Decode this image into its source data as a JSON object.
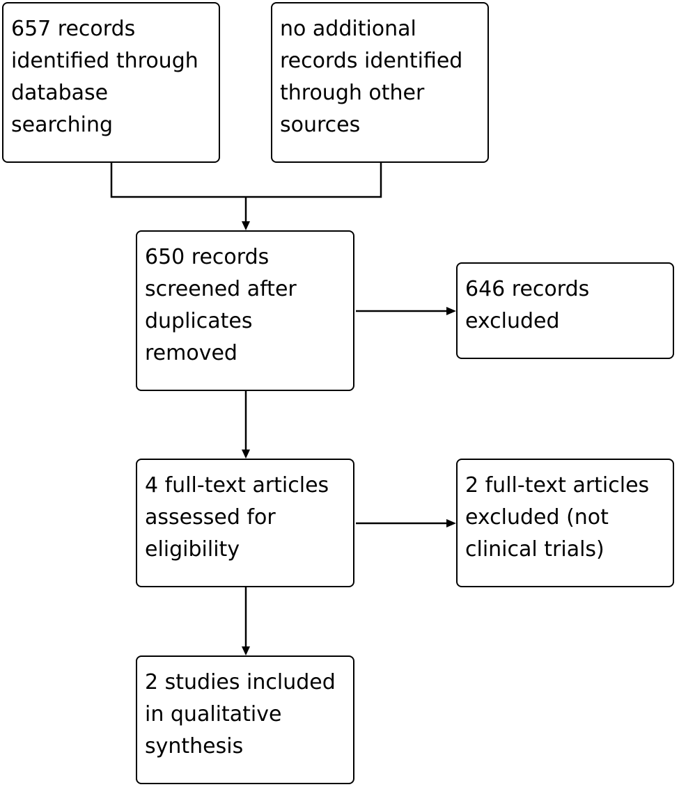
{
  "flow": {
    "identification": {
      "database": [
        "657 records",
        "identified through",
        "database",
        "searching"
      ],
      "other": [
        "no additional",
        "records identified",
        "through other",
        "sources"
      ]
    },
    "screening": {
      "screened": [
        "650 records",
        "screened after",
        "duplicates",
        "removed"
      ],
      "excluded": [
        "646 records",
        "excluded"
      ]
    },
    "eligibility": {
      "assessed": [
        "4 full-text articles",
        "assessed for",
        "eligibility"
      ],
      "excluded": [
        "2 full-text articles",
        "excluded (not",
        "clinical trials)"
      ]
    },
    "included": {
      "studies": [
        "2 studies included",
        "in qualitative",
        "synthesis"
      ]
    }
  }
}
